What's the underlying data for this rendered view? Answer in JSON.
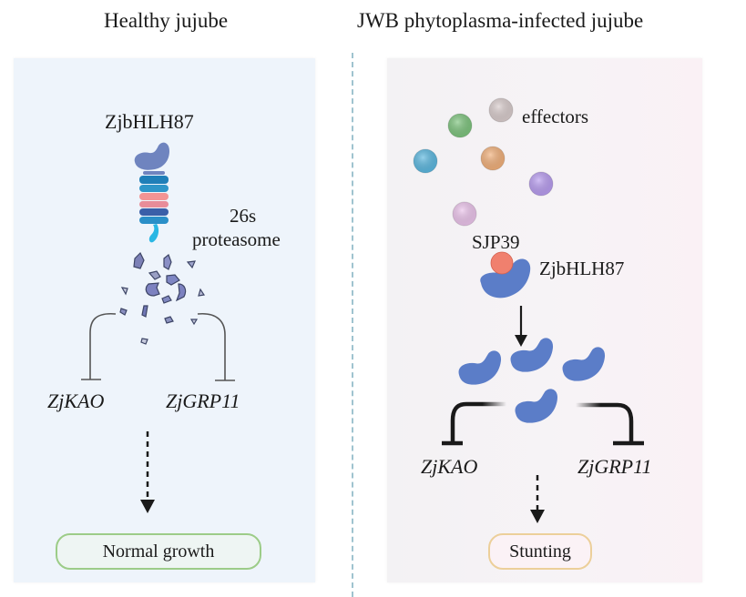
{
  "titles": {
    "left": "Healthy jujube",
    "right": "JWB phytoplasma-infected jujube"
  },
  "left_panel": {
    "protein_label": "ZjbHLH87",
    "proteasome_label_line1": "26s",
    "proteasome_label_line2": "proteasome",
    "gene_left": "ZjKAO",
    "gene_right": "ZjGRP11",
    "outcome": "Normal growth",
    "outcome_color": "#9ccc88",
    "protein_color": "#6f84bf"
  },
  "right_panel": {
    "effectors_label": "effectors",
    "effector_colors": [
      "#d9cccc",
      "#7dc47d",
      "#5bb8e0",
      "#f2b07a",
      "#b89cf0",
      "#ecc4ec"
    ],
    "sjp_label": "SJP39",
    "sjp_color": "#f0806e",
    "protein_label": "ZjbHLH87",
    "protein_color": "#5b7dc8",
    "gene_left": "ZjKAO",
    "gene_right": "ZjGRP11",
    "outcome": "Stunting",
    "outcome_color": "#eccf9a"
  }
}
